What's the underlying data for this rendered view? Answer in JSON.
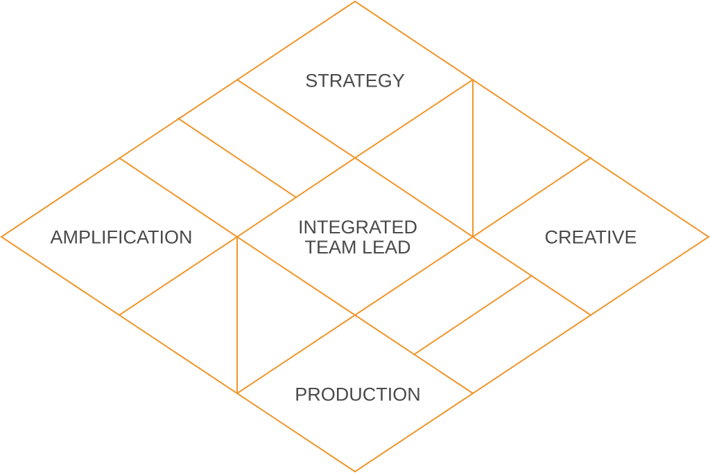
{
  "diagram": {
    "line_color": "#f0952a",
    "text_color": "#4a4a4a",
    "labels": {
      "strategy": "STRATEGY",
      "amplification": "AMPLIFICATION",
      "center_line1": "INTEGRATED",
      "center_line2": "TEAM LEAD",
      "creative": "CREATIVE",
      "production": "PRODUCTION"
    }
  }
}
